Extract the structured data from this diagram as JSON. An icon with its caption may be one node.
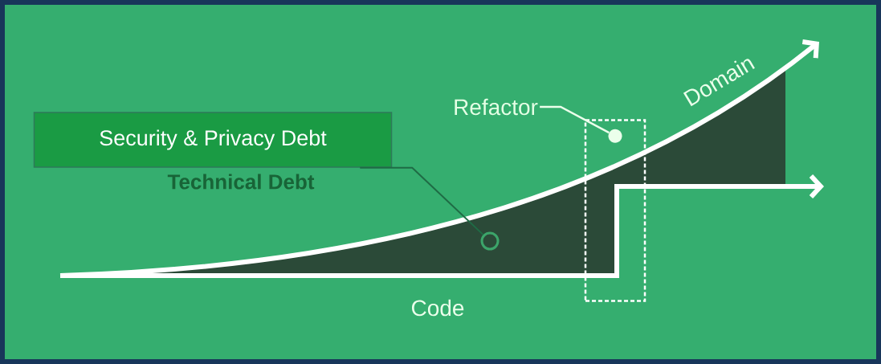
{
  "diagram": {
    "nodes": [
      {
        "text": [
          "Security & Privacy Debt"
        ]
      },
      {
        "text": [
          "Technical Debt"
        ]
      },
      {
        "text": [],
        "shape": "circle"
      },
      {
        "text": [
          "Refactor"
        ]
      },
      {
        "text": [],
        "shape": "box"
      },
      {
        "text": [],
        "shape": "circle",
        "in": 4
      }
    ],
    "edges": [
      {
        "from": 0,
        "to": 2,
        "arrow": "none",
        "color": "#1f6b45"
      },
      {
        "from": 3,
        "to": 5,
        "arrow": "none",
        "color": "#ebffeb"
      }
    ],
    "labels": [
      "Domain",
      "Code"
    ]
  }
}
